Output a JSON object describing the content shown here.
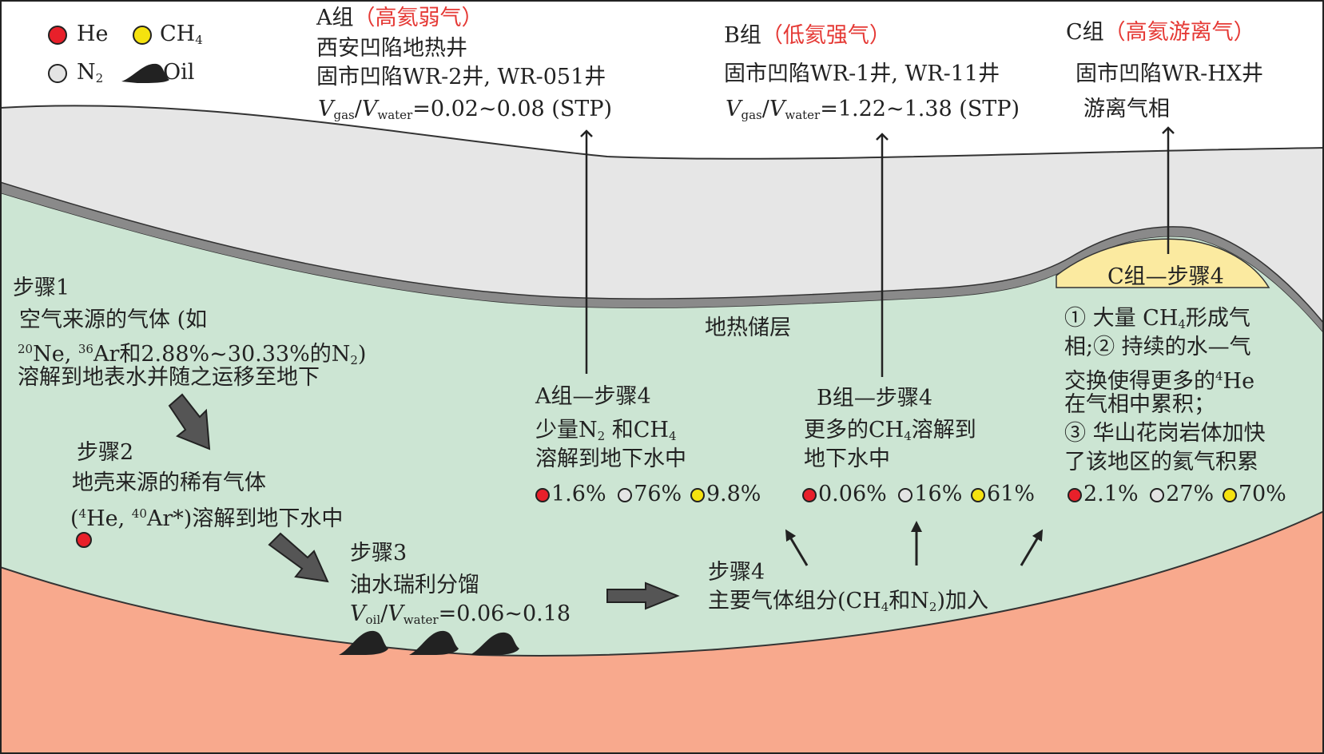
{
  "legend": {
    "he": "He",
    "ch4_main": "CH",
    "ch4_sub": "4",
    "n2_main": "N",
    "n2_sub": "2",
    "oil": "Oil"
  },
  "group_a": {
    "prefix": "A组",
    "tag": "（高氦弱气）",
    "line1": "西安凹陷地热井",
    "line2": "固市凹陷WR-2井, WR-051井",
    "ratio_v1": "V",
    "ratio_sub1": "gas",
    "ratio_slash": "/",
    "ratio_v2": "V",
    "ratio_sub2": "water",
    "ratio_value": "=0.02~0.08 (STP)"
  },
  "group_b": {
    "prefix": "B组",
    "tag": "（低氦强气）",
    "line1": "固市凹陷WR-1井, WR-11井",
    "ratio_v1": "V",
    "ratio_sub1": "gas",
    "ratio_slash": "/",
    "ratio_v2": "V",
    "ratio_sub2": "water",
    "ratio_value": "=1.22~1.38 (STP)"
  },
  "group_c": {
    "prefix": "C组",
    "tag": "（高氦游离气）",
    "line1": "固市凹陷WR-HX井",
    "line2": "游离气相"
  },
  "reservoir_label": "地热储层",
  "cap_label": "C组—步骤4",
  "step1": {
    "title": "步骤1",
    "line1": "空气来源的气体 (如",
    "sup1": "20",
    "t1": "Ne, ",
    "sup2": "36",
    "t2": "Ar和2.88%~30.33%的N",
    "sub1": "2",
    "t3": ")",
    "line3": "溶解到地表水并随之运移至地下"
  },
  "step2": {
    "title": "步骤2",
    "line1": "地壳来源的稀有气体",
    "open": "(",
    "sup1": "4",
    "t1": "He, ",
    "sup2": "40",
    "t2": "Ar*)溶解到地下水中"
  },
  "step3": {
    "title": "步骤3",
    "line1": "油水瑞利分馏",
    "v1": "V",
    "sub1": "oil",
    "slash": "/",
    "v2": "V",
    "sub2": "water",
    "value": "=0.06~0.18"
  },
  "step4": {
    "title": "步骤4",
    "t1": "主要气体组分(CH",
    "sub1": "4",
    "t2": "和N",
    "sub2": "2",
    "t3": ")加入"
  },
  "a_step4": {
    "title": "A组—步骤4",
    "t1": "少量N",
    "sub1": "2",
    "t2": " 和CH",
    "sub2": "4",
    "line2": "溶解到地下水中",
    "he": "1.6%",
    "n2": "76%",
    "ch4": "9.8%"
  },
  "b_step4": {
    "title": "B组—步骤4",
    "t1": "更多的CH",
    "sub1": "4",
    "t2": "溶解到",
    "line2": "地下水中",
    "he": "0.06%",
    "n2": "16%",
    "ch4": "61%"
  },
  "c_step4": {
    "l1a": "① 大量 CH",
    "l1sub": "4",
    "l1b": "形成气",
    "l2": "相;② 持续的水—气",
    "l3a": "交换使得更多的",
    "l3sup": "4",
    "l3b": "He",
    "l4": "在气相中累积；",
    "l5": "③ 华山花岗岩体加快",
    "l6": "了该地区的氦气积累",
    "he": "2.1%",
    "n2": "27%",
    "ch4": "70%"
  },
  "colors": {
    "sky": "#ffffff",
    "gas_band": "#e6e6e6",
    "cap_border": "#8a8a8a",
    "aquifer": "#cce5d3",
    "basement": "#f8a98d",
    "gas_cap": "#fbeaa0",
    "arrow_fill": "#555555",
    "red_text": "#e53935"
  }
}
